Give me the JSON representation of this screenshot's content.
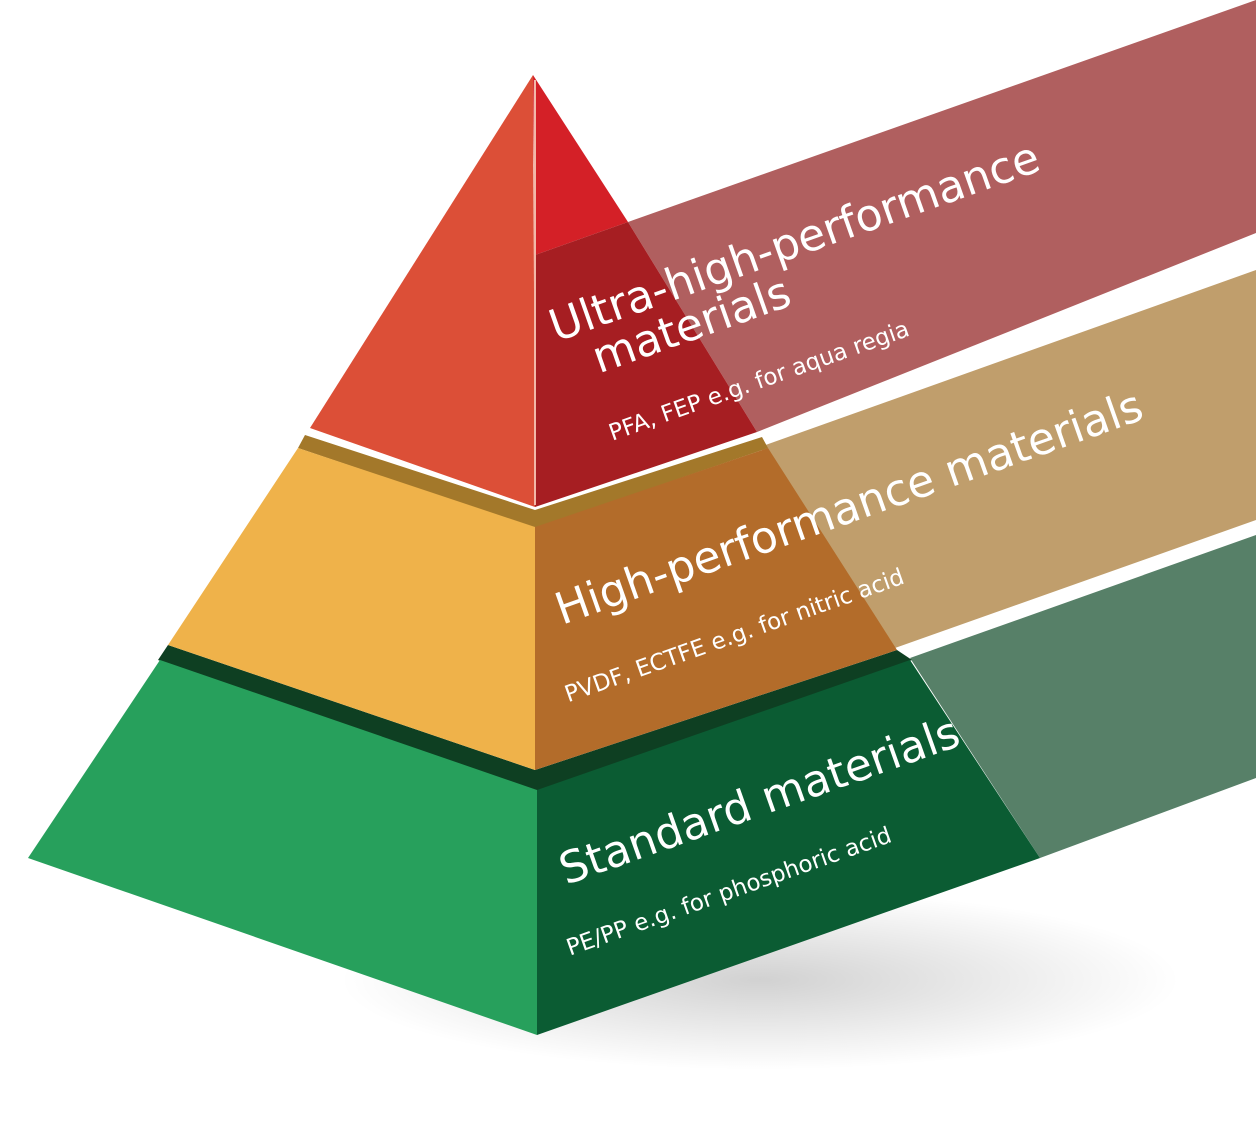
{
  "tiers": [
    {
      "title_lines": [
        "Ultra-high-performance",
        "materials"
      ],
      "subtitle": "PFA, FEP e.g. for aqua regia",
      "colors": {
        "left": "#DC4F37",
        "right_top": "#D42027",
        "right": "#A61E22",
        "band": "#B05F5F"
      }
    },
    {
      "title_lines": [
        "High-performance materials"
      ],
      "subtitle": "PVDF, ECTFE e.g. for nitric acid",
      "colors": {
        "left": "#EFB24A",
        "right": "#B36C2A",
        "band": "#C09E6C",
        "gap": "#A3782A"
      }
    },
    {
      "title_lines": [
        "Standard materials"
      ],
      "subtitle": "PE/PP e.g. for phosphoric acid",
      "colors": {
        "left": "#27A05C",
        "right": "#0B5C33",
        "band": "#578068",
        "gap": "#0E3F22"
      }
    }
  ]
}
